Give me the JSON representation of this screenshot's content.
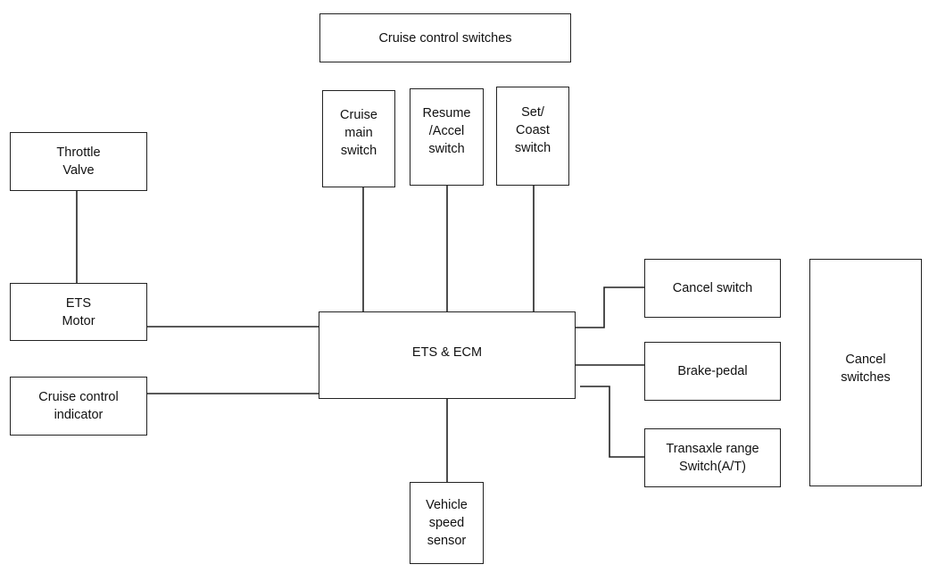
{
  "diagram": {
    "nodes": [
      {
        "id": "cruise-control-switches",
        "label": "Cruise control switches"
      },
      {
        "id": "cruise-main-switch",
        "label": "Cruise\nmain\nswitch"
      },
      {
        "id": "resume-accel-switch",
        "label": "Resume\n/Accel\nswitch"
      },
      {
        "id": "set-coast-switch",
        "label": "Set/\nCoast\nswitch"
      },
      {
        "id": "throttle-valve",
        "label": "Throttle\nValve"
      },
      {
        "id": "ets-motor",
        "label": "ETS\nMotor"
      },
      {
        "id": "cruise-control-indicator",
        "label": "Cruise control\nindicator"
      },
      {
        "id": "ets-ecm",
        "label": "ETS & ECM"
      },
      {
        "id": "cancel-switch",
        "label": "Cancel switch"
      },
      {
        "id": "brake-pedal",
        "label": "Brake-pedal"
      },
      {
        "id": "transaxle-range-switch",
        "label": "Transaxle range\nSwitch(A/T)"
      },
      {
        "id": "cancel-switches",
        "label": "Cancel\nswitches"
      },
      {
        "id": "vehicle-speed-sensor",
        "label": "Vehicle\nspeed\nsensor"
      }
    ],
    "edges": [
      {
        "from": "throttle-valve",
        "to": "ets-motor"
      },
      {
        "from": "ets-motor",
        "to": "ets-ecm"
      },
      {
        "from": "cruise-control-indicator",
        "to": "ets-ecm"
      },
      {
        "from": "cruise-main-switch",
        "to": "ets-ecm"
      },
      {
        "from": "resume-accel-switch",
        "to": "ets-ecm"
      },
      {
        "from": "set-coast-switch",
        "to": "ets-ecm"
      },
      {
        "from": "cancel-switch",
        "to": "ets-ecm"
      },
      {
        "from": "brake-pedal",
        "to": "ets-ecm"
      },
      {
        "from": "transaxle-range-switch",
        "to": "ets-ecm"
      },
      {
        "from": "vehicle-speed-sensor",
        "to": "ets-ecm"
      }
    ],
    "colors": {
      "line": "#222222",
      "background": "#ffffff"
    }
  }
}
